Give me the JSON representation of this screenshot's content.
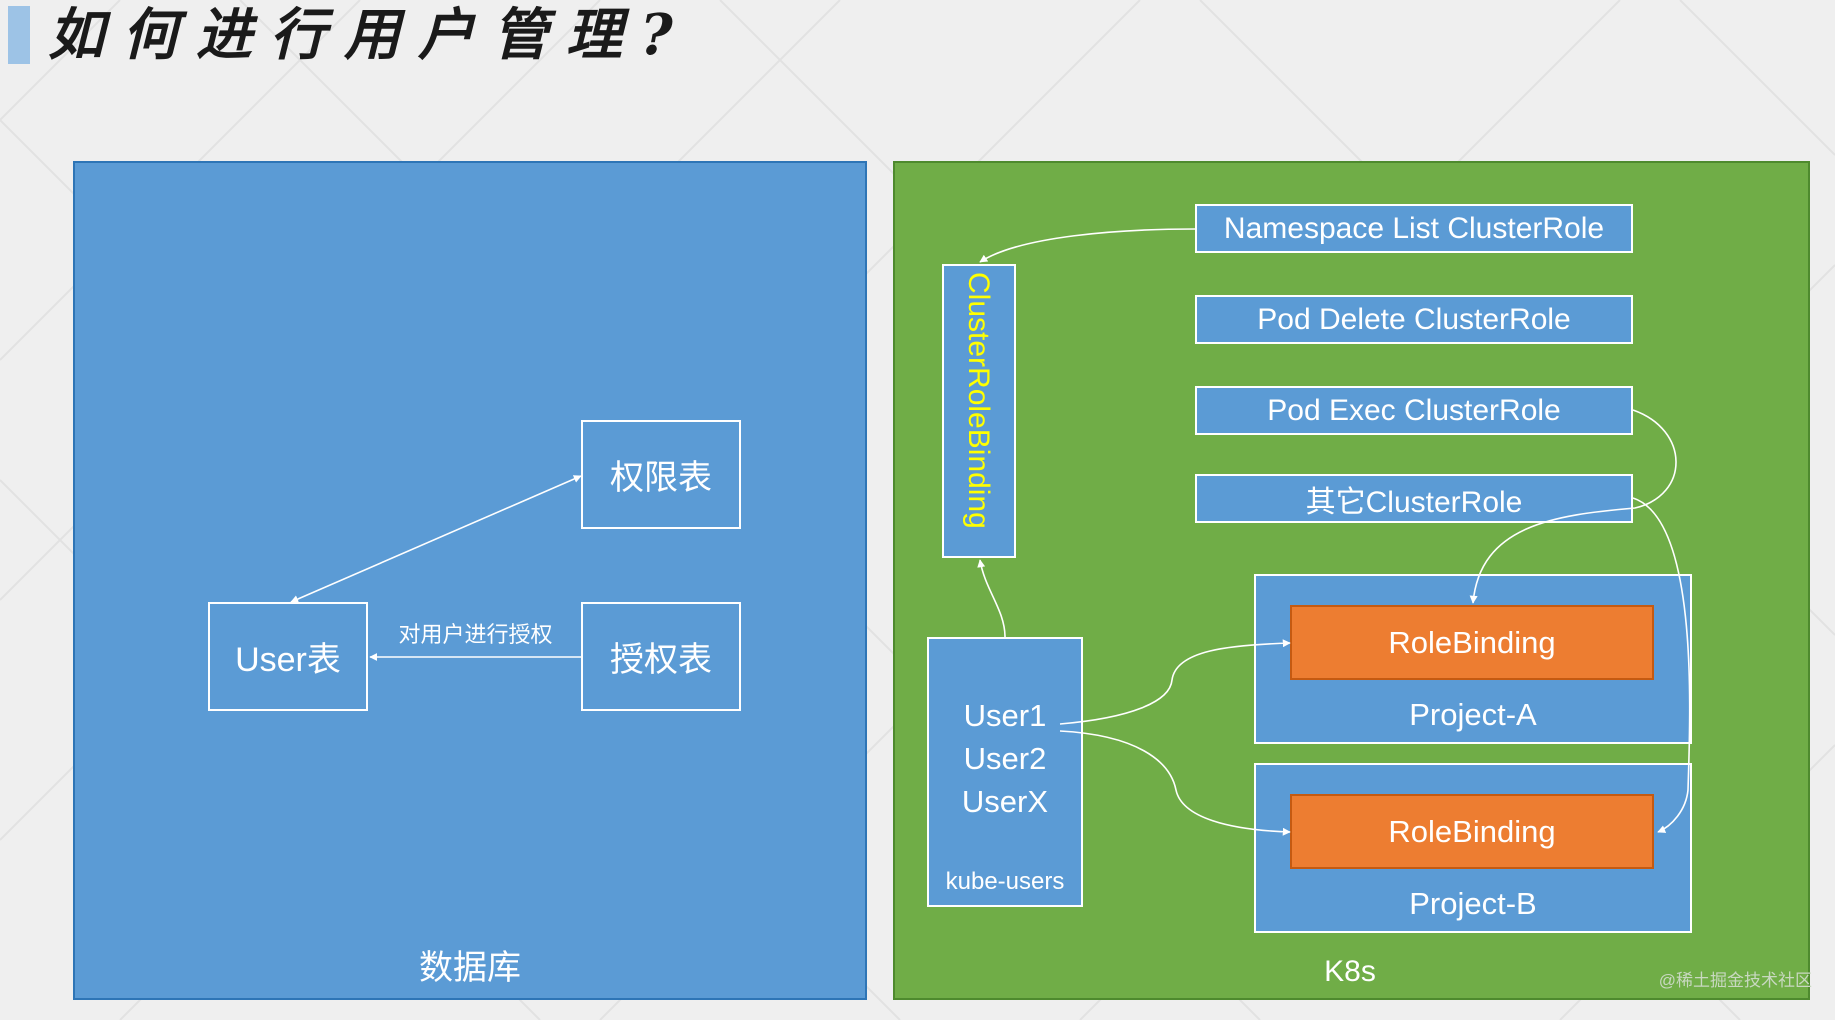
{
  "title": "如何进行用户管理?",
  "database": {
    "label": "数据库",
    "perm_table": "权限表",
    "user_table": "User表",
    "auth_table": "授权表",
    "auth_arrow_label": "对用户进行授权"
  },
  "k8s": {
    "label": "K8s",
    "cluster_role_binding": "ClusterRoleBinding",
    "cluster_roles": [
      "Namespace List ClusterRole",
      "Pod Delete ClusterRole",
      "Pod Exec ClusterRole",
      "其它ClusterRole"
    ],
    "users": [
      "User1",
      "User2",
      "UserX"
    ],
    "users_group": "kube-users",
    "projects": [
      {
        "binding": "RoleBinding",
        "name": "Project-A"
      },
      {
        "binding": "RoleBinding",
        "name": "Project-B"
      }
    ]
  },
  "watermark": "@稀土掘金技术社区",
  "colors": {
    "db_panel": "#5b9bd5",
    "k8s_panel": "#70ad47",
    "rolebinding": "#ed7d31",
    "vertical_text": "#ffff00",
    "title_accent": "#9dc3e6"
  }
}
